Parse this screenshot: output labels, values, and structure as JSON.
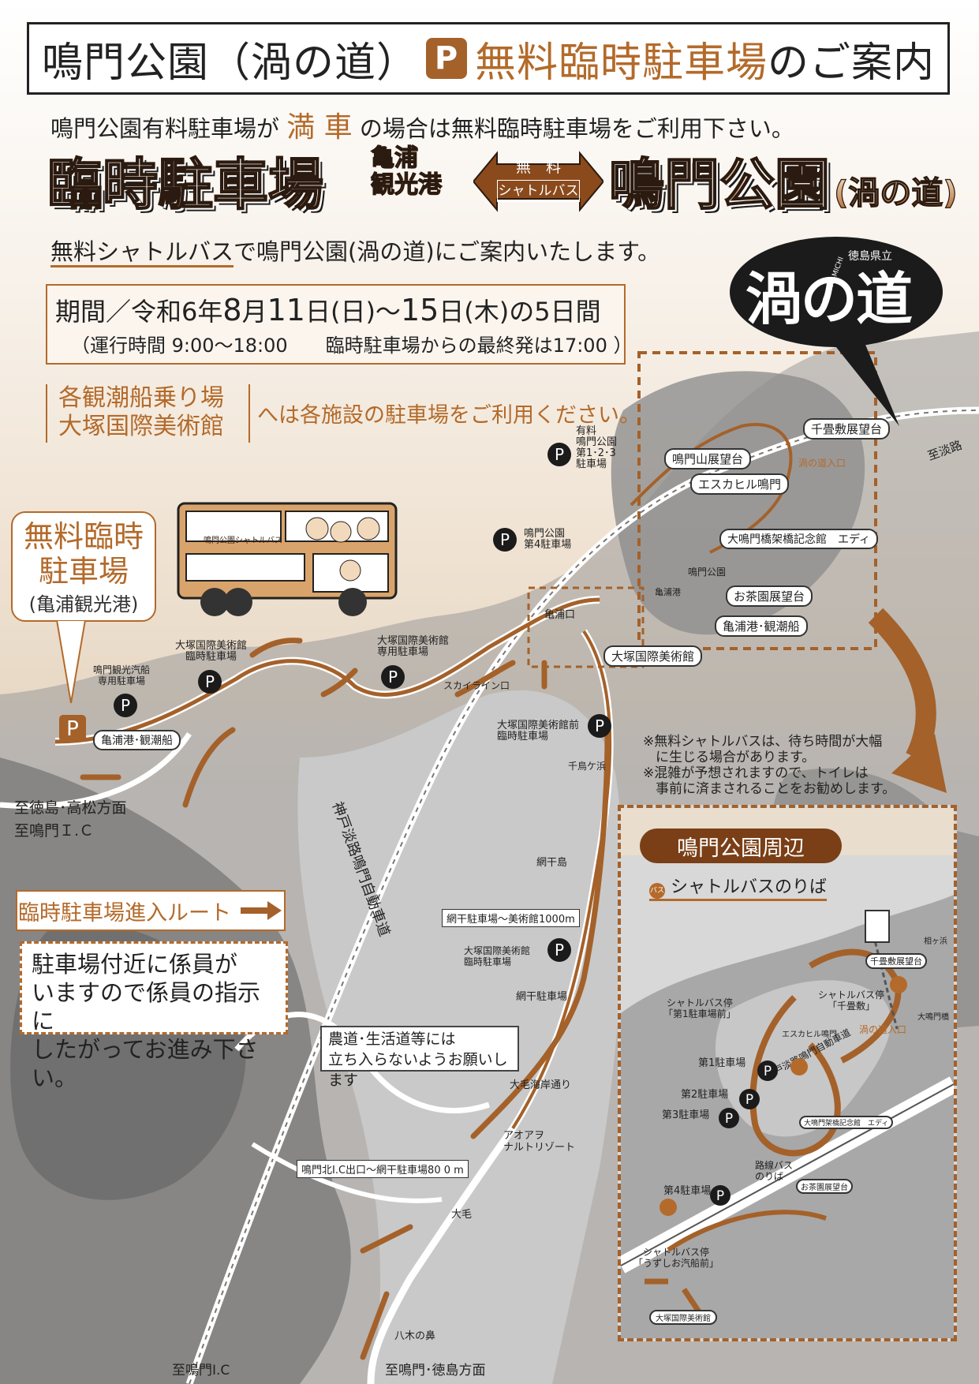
{
  "header": {
    "title_part1": "鳴門公園（渦の道）",
    "parking_symbol": "P",
    "title_part2": "無料臨時駐車場",
    "title_part3": "のご案内"
  },
  "intro": {
    "line1_before": "鳴門公園有料駐車場が",
    "line1_full": "満 車",
    "line1_after": "の場合は無料臨時駐車場をご利用下さい。",
    "line2_underline": "無料シャトルバス",
    "line2_rest": "で鳴門公園(渦の道)にご案内いたします。"
  },
  "banner": {
    "left_big": "臨時駐車場",
    "left_small_1": "亀浦",
    "left_small_2": "観光港",
    "arrow_top": "無　料",
    "arrow_bottom": "シャトルバス",
    "right_big": "鳴門公園",
    "right_small": "(渦の道)"
  },
  "period": {
    "label": "期間／令和6年",
    "date_start_month": "8",
    "month_char": "月",
    "date_start_day": "11",
    "day_char": "日",
    "start_weekday": "(日)～",
    "date_end": "15",
    "end_rest": "日(木)の5日間",
    "hours": "（運行時間 9:00～18:00　　臨時駐車場からの最終発は17:00 ）"
  },
  "facilities": {
    "line1": "各観潮船乗り場",
    "line2": "大塚国際美術館",
    "note": "へは各施設の駐車場をご利用ください。"
  },
  "logo": {
    "prefecture": "徳島県立",
    "name": "渦の道",
    "romaji": "UZU-NO-MICHI"
  },
  "callout": {
    "line1": "無料臨時",
    "line2": "駐車場",
    "line3": "(亀浦観光港)"
  },
  "bus_sign": "鳴門公園シャトルバス",
  "map_labels": {
    "paid_parking": "有料\n鳴門公園\n第1･2･3\n駐車場",
    "park_p4": "鳴門公園\n第4駐車場",
    "senjo": "千畳敷展望台",
    "narutoyama": "鳴門山展望台",
    "escahill": "エスカヒル鳴門",
    "uzunomichi_entrance": "渦の道入口",
    "to_awaji": "至淡路",
    "memorial": "大鳴門橋架橋記念館　エディ",
    "naruto_park": "鳴門公園",
    "kameura_port_small": "亀浦港",
    "ochaen": "お茶園展望台",
    "kameura_boat": "亀浦港･観潮船",
    "kameura_guchi": "亀浦口",
    "otsuka_museum": "大塚国際美術館",
    "otsuka_temp_parking": "大塚国際美術館\n臨時駐車場",
    "otsuka_private": "大塚国際美術館\n専用駐車場",
    "kisen_parking": "鳴門観光汽船\n専用駐車場",
    "kameura_boat_bottom": "亀浦港･観潮船",
    "skyline": "スカイライン口",
    "otsuka_front_temp": "大塚国際美術館前\n臨時駐車場",
    "chidorigahama": "千鳥ケ浜",
    "to_tokushima": "至徳島･高松方面",
    "to_naruto_ic": "至鳴門Ｉ.Ｃ",
    "expressway": "神戸淡路鳴門自動車道",
    "amihoshijima": "網干島",
    "amihoshi_dist": "網干駐車場～美術館1000m",
    "otsuka_temp_2": "大塚国際美術館\n臨時駐車場",
    "amihoshi_parking": "網干駐車場",
    "kaigan": "大毛海岸通り",
    "resort": "アオアヲ\nナルトリゾート",
    "ic_dist": "鳴門北I.C出口～網干駐車場80 0 m",
    "oge": "大毛",
    "yagi": "八木の鼻",
    "to_naruto_ic_bottom": "至鳴門I.C",
    "to_naruto_tokushima": "至鳴門･徳島方面"
  },
  "route_legend": "臨時駐車場進入ルート",
  "staff_note": "駐車場付近に係員が\nいますので係員の指示に\nしたがってお進み下さい。",
  "farm_note": "農道･生活道等には\n立ち入らないようお願いします",
  "notes": {
    "n1": "※無料シャトルバスは、待ち時間が大幅",
    "n2": "に生じる場合があります。",
    "n3": "※混雑が予想されますので、トイレは",
    "n4": "事前に済まされることをお勧めします。"
  },
  "inset": {
    "title": "鳴門公園周辺",
    "bus_icon": "バス",
    "legend": "シャトルバスのりば",
    "aiohama": "相ヶ浜",
    "senjo": "千畳敷展望台",
    "stop_p1": "シャトルバス停\n「第1駐車場前」",
    "stop_senjo": "シャトルバス停\n「千畳敷」",
    "ohashi": "大鳴門橋",
    "escahill": "エスカヒル鳴門",
    "entrance": "渦の道入口",
    "p1": "第1駐車場",
    "p2": "第2駐車場",
    "p3": "第3駐車場",
    "expressway": "神戸淡路鳴門自動車道",
    "memorial": "大鳴門架橋記念館　エディ",
    "route_bus": "路線バス\nのりば",
    "ochaen": "お茶園展望台",
    "p4": "第4駐車場",
    "stop_uzushio": "シャトルバス停\n「うずしお汽船前」",
    "museum": "大塚国際美術館"
  },
  "colors": {
    "brand_orange": "#b36a2a",
    "route_brown": "#a4612a",
    "dark_brown": "#7a3f16"
  }
}
